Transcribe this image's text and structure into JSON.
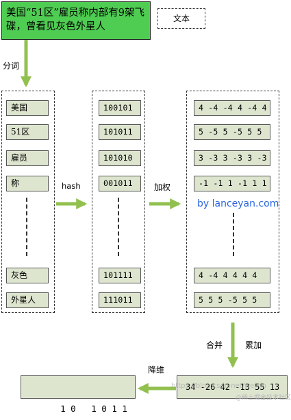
{
  "title_box": {
    "text": "美国“51区”雇员称内部有9架飞碟，曾看见灰色外星人"
  },
  "legend": {
    "label": "文本"
  },
  "steps": {
    "segment": "分词",
    "hash": "hash",
    "weight": "加权",
    "merge": "合并",
    "accumulate": "累加",
    "reduce": "降维"
  },
  "words": [
    "美国",
    "51区",
    "雇员",
    "称",
    "灰色",
    "外星人"
  ],
  "hashes": [
    "100101",
    "101011",
    "101010",
    "001011",
    "101111",
    "111011"
  ],
  "weights": [
    "4 -4 -4 4 -4 4",
    "5 -5 5 -5 5 5",
    "3 -3 3 -3 3 -3",
    "-1 -1 1 -1 1 1",
    "4 -4 4 4 4 4",
    "5 5 5 -5 5 5"
  ],
  "summed": "34 -26 42 -13 55 13",
  "simhash": "1 0   1 0 1 1",
  "watermarks": {
    "author": "by lanceyan.com",
    "source1": "https://blog.csdn.net/weixin",
    "source2": "@稀土掘金技术社区"
  },
  "colors": {
    "box_fill": "#dde5cf",
    "title_fill": "#4fcc52",
    "arrow": "#92c04f",
    "watermark": "#2a66e0"
  }
}
